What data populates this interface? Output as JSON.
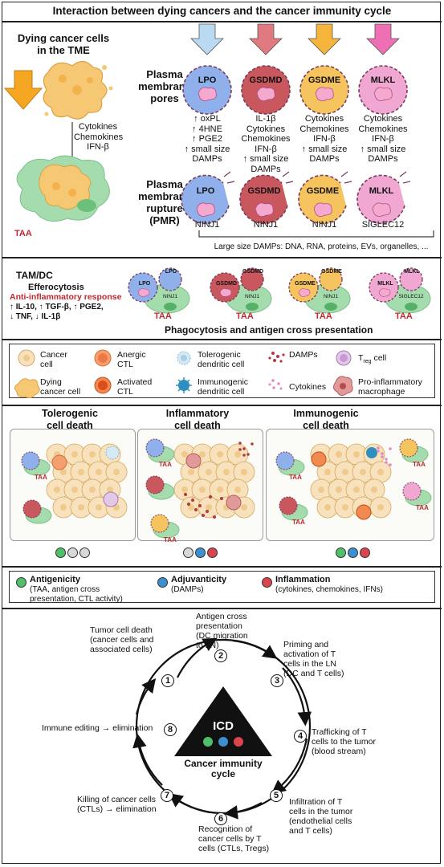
{
  "title": "Interaction between dying cancers and the cancer immunity cycle",
  "left": {
    "heading": "Dying cancer cells\nin the TME",
    "cytokines": "Cytokines\nChemokines\nIFN-β",
    "taa": "TAA"
  },
  "rows": {
    "pores": "Plasma\nmembrane\npores",
    "rupture": "Plasma\nmembrane\nrupture\n(PMR)"
  },
  "proteins": [
    {
      "name": "LPO",
      "color": "#8fb0ea",
      "arrow": "#b9daf0",
      "pore_text": "↑ oxPL\n↑ 4HNE\n↑ PGE2\n↑ small size\nDAMPs",
      "pmr": "NINJ1"
    },
    {
      "name": "GSDMD",
      "color": "#c9575e",
      "arrow": "#e07a80",
      "pore_text": "IL-1β\nCytokines\nChemokines\nIFN-β\n↑ small size\nDAMPs",
      "pmr": "NINJ1"
    },
    {
      "name": "GSDME",
      "color": "#f5c45e",
      "arrow": "#f5b53c",
      "pore_text": "Cytokines\nChemokines\nIFN-β\n↑ small size\nDAMPs",
      "pmr": "NINJ1"
    },
    {
      "name": "MLKL",
      "color": "#f0a8d2",
      "arrow": "#ee6fb3",
      "pore_text": "Cytokines\nChemokines\nIFN-β\n↑ small size\nDAMPs",
      "pmr": "SIGLEC12"
    }
  ],
  "large_damps": "Large size DAMPs: DNA, RNA, proteins, EVs, organelles, ...",
  "tam": {
    "title": "TAM/DC",
    "efferocytosis": "Efferocytosis",
    "anti": "Anti-inflammatory response",
    "line1": "↑ IL-10, ↑ TGF-β, ↑ PGE2,",
    "line2": "↓ TNF, ↓ IL-1β"
  },
  "phago": {
    "taa": "TAA",
    "ninj1": "NINJ1",
    "siglec12": "SIGLEC12",
    "caption": "Phagocytosis and antigen cross presentation"
  },
  "legend": [
    {
      "label": "Cancer\ncell",
      "icon": "cancer-cell-icon"
    },
    {
      "label": "Anergic\nCTL",
      "icon": "anergic-ctl-icon"
    },
    {
      "label": "Tolerogenic\ndendritic cell",
      "icon": "tolerogenic-dc-icon"
    },
    {
      "label": "DAMPs",
      "icon": "damps-icon"
    },
    {
      "label": "T",
      "sub": "reg",
      "suffix": " cell",
      "icon": "treg-cell-icon"
    },
    {
      "label": "Dying\ncancer cell",
      "icon": "dying-cancer-cell-icon"
    },
    {
      "label": "Activated\nCTL",
      "icon": "activated-ctl-icon"
    },
    {
      "label": "Immunogenic\ndendritic cell",
      "icon": "immunogenic-dc-icon"
    },
    {
      "label": "Cytokines",
      "icon": "cytokines-icon"
    },
    {
      "label": "Pro-inflammatory\nmacrophage",
      "icon": "macrophage-icon"
    }
  ],
  "deaths": [
    {
      "title": "Tolerogenic\ncell death",
      "dots": [
        "#4fbf6a",
        "#d8d8d8",
        "#d8d8d8"
      ]
    },
    {
      "title": "Inflammatory\ncell death",
      "dots": [
        "#d8d8d8",
        "#3d8fcf",
        "#d9454f"
      ]
    },
    {
      "title": "Immunogenic\ncell death",
      "dots": [
        "#4fbf6a",
        "#3d8fcf",
        "#d9454f"
      ]
    }
  ],
  "keys": [
    {
      "title": "Antigenicity",
      "text": "(TAA, antigen cross\npresentation, CTL activity)",
      "color": "#4fbf6a"
    },
    {
      "title": "Adjuvanticity",
      "text": "(DAMPs)",
      "color": "#3d8fcf"
    },
    {
      "title": "Inflammation",
      "text": "(cytokines, chemokines, IFNs)",
      "color": "#d9454f"
    }
  ],
  "cycle": {
    "center1": "ICD",
    "center2": "Cancer immunity\ncycle",
    "steps": [
      {
        "n": "1",
        "text": "Tumor cell death\n(cancer cells and\nassociated cells)"
      },
      {
        "n": "2",
        "text": "Antigen cross\npresentation\n(DC migration\nto LN)"
      },
      {
        "n": "3",
        "text": "Priming and\nactivation of T\ncells in the LN\n(DC and T cells)"
      },
      {
        "n": "4",
        "text": "Trafficking of T\ncells to the tumor\n(blood stream)"
      },
      {
        "n": "5",
        "text": "Infiltration of T\ncells in the tumor\n(endothelial cells\nand T cells)"
      },
      {
        "n": "6",
        "text": "Recognition of\ncancer cells by T\ncells (CTLs, Tregs)"
      },
      {
        "n": "7",
        "text": "Killing of cancer cells\n(CTLs) → elimination"
      },
      {
        "n": "8",
        "text": "Immune editing → elimination"
      }
    ]
  }
}
